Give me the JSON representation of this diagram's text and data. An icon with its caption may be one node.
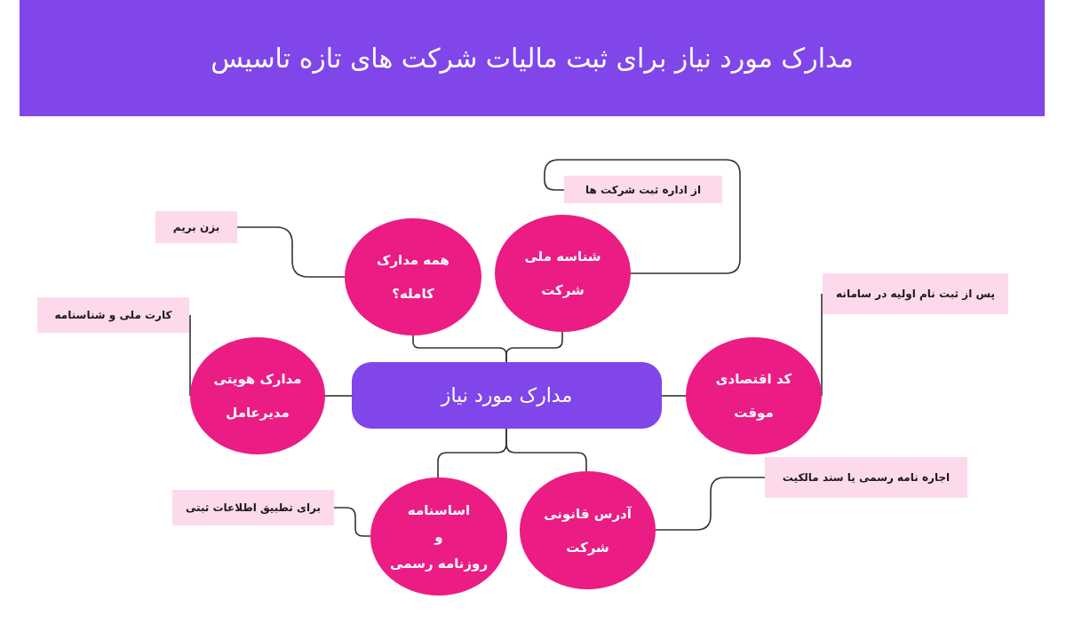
{
  "diagram": {
    "title": "مدارک مورد نیاز برای ثبت مالیات شرکت های تازه تاسیس",
    "nodes": [
      {
        "text": [
          "از اداره ثبت شرکت ها"
        ]
      },
      {
        "text": [
          "بزن بریم"
        ]
      },
      {
        "text": [
          "همه مدارک کامله؟"
        ]
      },
      {
        "text": [
          "شناسه ملی شرکت"
        ]
      },
      {
        "text": [
          "پس از ثبت نام اولیه در سامانه"
        ]
      },
      {
        "text": [
          "کارت ملی و شناسنامه"
        ]
      },
      {
        "text": [
          "مدارک هویتی مدیرعامل"
        ]
      },
      {
        "text": [
          "مدارک مورد نیاز"
        ]
      },
      {
        "text": [
          "کد اقتصادی موقت"
        ]
      },
      {
        "text": [
          "اجاره نامه رسمی یا سند مالکیت"
        ]
      },
      {
        "text": [
          "برای تطبیق اطلاعات ثبتی"
        ]
      },
      {
        "text": [
          "اساسنامه و روزنامه رسمی"
        ]
      },
      {
        "text": [
          "آدرس قانونی شرکت"
        ]
      }
    ],
    "edges": [
      {
        "from": 7,
        "to": 2,
        "arrow": "none"
      },
      {
        "from": 7,
        "to": 3,
        "arrow": "none"
      },
      {
        "from": 7,
        "to": 6,
        "arrow": "none"
      },
      {
        "from": 7,
        "to": 8,
        "arrow": "none"
      },
      {
        "from": 7,
        "to": 11,
        "arrow": "none"
      },
      {
        "from": 7,
        "to": 12,
        "arrow": "none"
      },
      {
        "from": 2,
        "to": 1,
        "arrow": "none"
      },
      {
        "from": 3,
        "to": 0,
        "arrow": "none"
      },
      {
        "from": 6,
        "to": 5,
        "arrow": "none"
      },
      {
        "from": 8,
        "to": 4,
        "arrow": "none"
      },
      {
        "from": 12,
        "to": 9,
        "arrow": "none"
      },
      {
        "from": 11,
        "to": 10,
        "arrow": "none"
      }
    ]
  }
}
